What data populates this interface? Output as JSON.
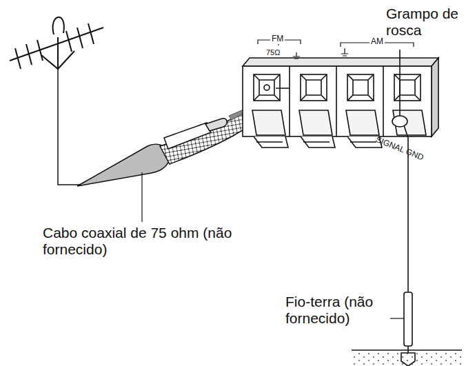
{
  "diagram": {
    "labels": [
      "Grampo de rosca",
      "FM",
      "75Ω",
      "AM",
      "SIGNAL GND",
      "Cabo coaxial de 75 ohm (não fornecido)",
      "Fio-terra (não fornecido)"
    ]
  }
}
